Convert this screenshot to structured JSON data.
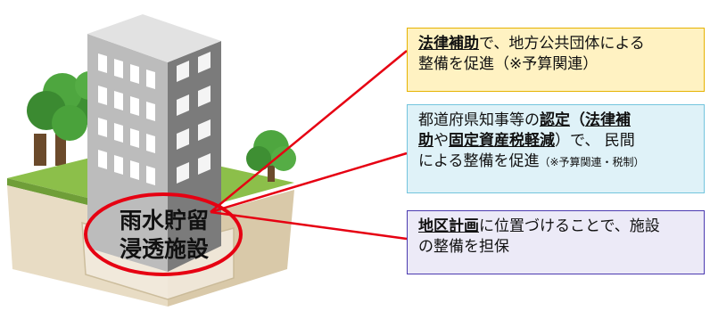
{
  "facility_label": {
    "line1": "雨水貯留",
    "line2": "浸透施設"
  },
  "colors": {
    "connector_line": "#e60012",
    "ellipse": "#e60012",
    "box_1_fill": "#fff2c2",
    "box_1_border": "#e6b300",
    "box_2_fill": "#dff2f8",
    "box_2_border": "#73c5dd",
    "box_3_fill": "#eceaf7",
    "box_3_border": "#4b3ab0"
  },
  "callouts": [
    {
      "line1": {
        "emph": "法律補助",
        "rest": "で、地方公共団体による"
      },
      "line2": "整備を促進（※予算関連）"
    },
    {
      "line1": {
        "a": "都道府県知事等の",
        "b": "認定",
        "c": "（",
        "d": "法律補"
      },
      "line2": {
        "a": "助",
        "b": "や",
        "c": "固定資産税軽減",
        "d": "）で、 民間"
      },
      "line3": {
        "a": "による整備を促進",
        "b": "（※予算関連・税制）"
      }
    },
    {
      "line1": {
        "emph": "地区計画",
        "rest": "に位置づけることで、施設"
      },
      "line2": "の整備を担保"
    }
  ]
}
